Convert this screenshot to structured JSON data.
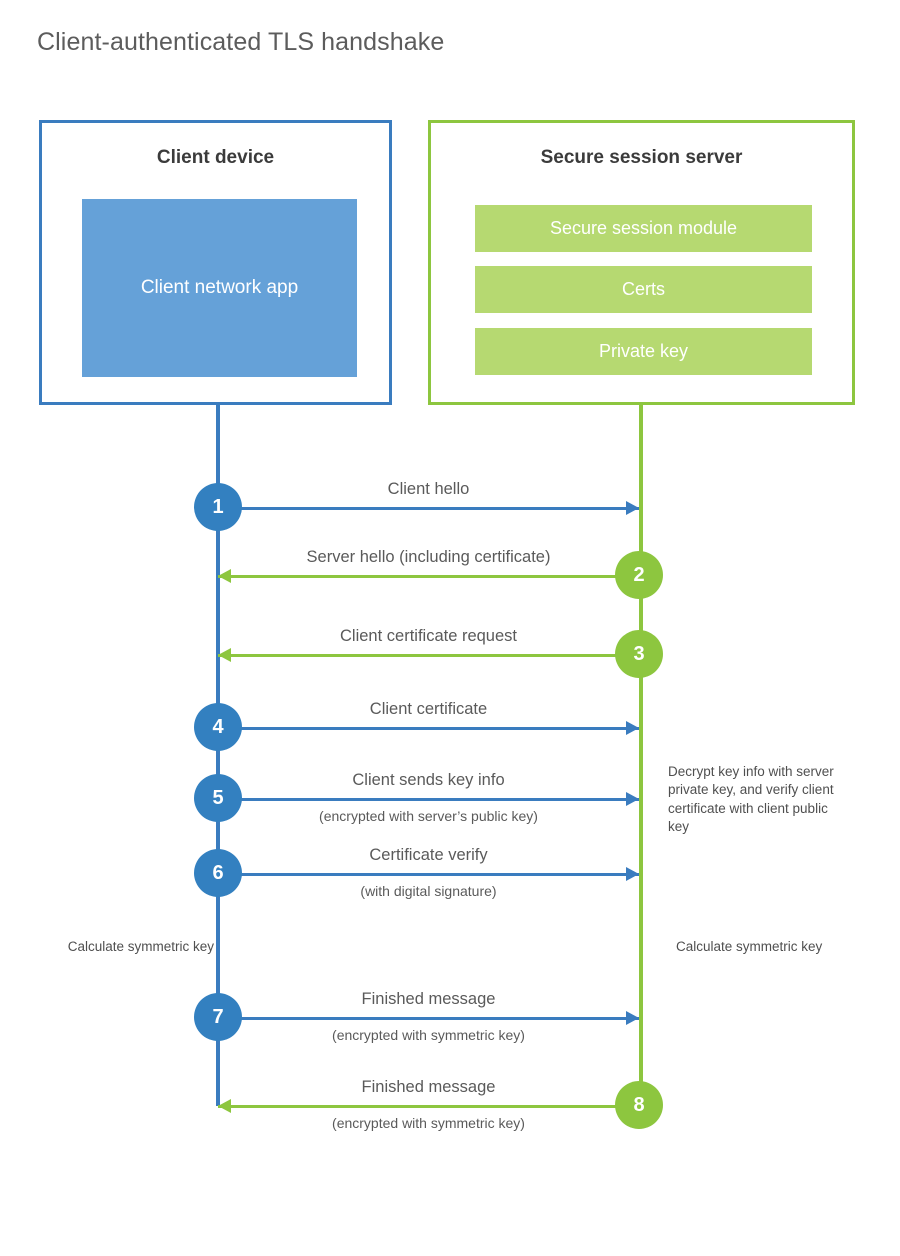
{
  "title": "Client-authenticated TLS handshake",
  "colors": {
    "blue_stroke": "#3a7cbf",
    "blue_circle": "#3380c0",
    "blue_fill": "#65a1d8",
    "green_stroke": "#8dc63f",
    "green_fill": "#b6d971",
    "text": "#5a5a5a"
  },
  "client": {
    "title": "Client device",
    "app_label": "Client network app"
  },
  "server": {
    "title": "Secure session server",
    "modules": [
      "Secure session module",
      "Certs",
      "Private key"
    ]
  },
  "messages": [
    {
      "step": "1",
      "label": "Client hello",
      "sublabel": "",
      "direction": "right",
      "color": "blue"
    },
    {
      "step": "2",
      "label": "Server hello (including certificate)",
      "sublabel": "",
      "direction": "left",
      "color": "green"
    },
    {
      "step": "3",
      "label": "Client certificate request",
      "sublabel": "",
      "direction": "left",
      "color": "green"
    },
    {
      "step": "4",
      "label": "Client certificate",
      "sublabel": "",
      "direction": "right",
      "color": "blue"
    },
    {
      "step": "5",
      "label": "Client sends key info",
      "sublabel": "(encrypted with server’s public key)",
      "direction": "right",
      "color": "blue"
    },
    {
      "step": "6",
      "label": "Certificate verify",
      "sublabel": "(with digital signature)",
      "direction": "right",
      "color": "blue"
    },
    {
      "step": "7",
      "label": "Finished message",
      "sublabel": "(encrypted with symmetric key)",
      "direction": "right",
      "color": "blue"
    },
    {
      "step": "8",
      "label": "Finished message",
      "sublabel": "(encrypted with symmetric key)",
      "direction": "left",
      "color": "green"
    }
  ],
  "annotations": {
    "server_decrypt": "Decrypt key info with server private key, and verify client certificate with client public key",
    "client_calculate": "Calculate symmetric key",
    "server_calculate": "Calculate symmetric key"
  }
}
